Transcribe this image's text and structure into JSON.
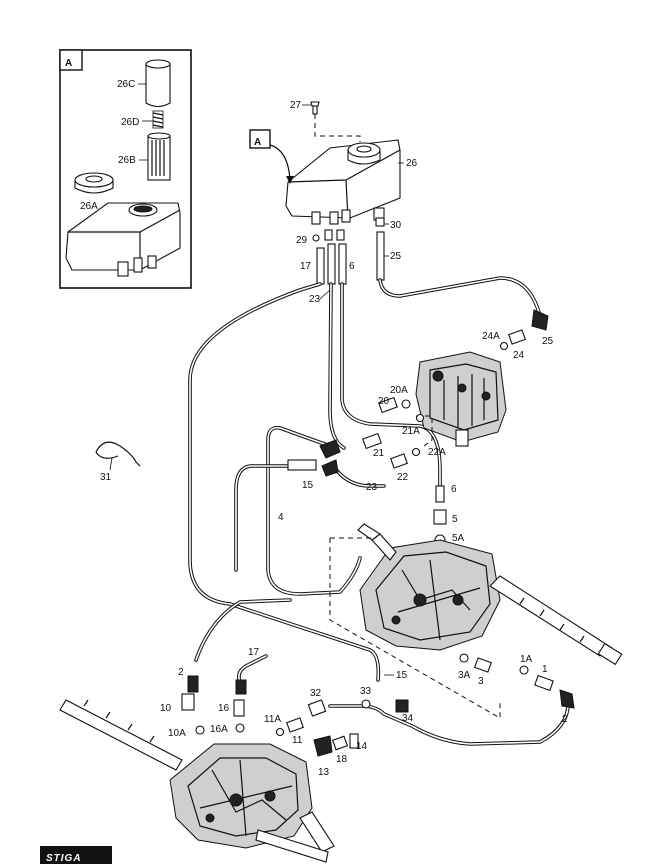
{
  "inset": {
    "label": "A",
    "parts": [
      "26C",
      "26D",
      "26B",
      "26A"
    ]
  },
  "callout": {
    "label": "A"
  },
  "logo": "STIGA",
  "part_labels": {
    "p27": "27",
    "p26": "26",
    "p30": "30",
    "p29": "29",
    "p25": "25",
    "p17a": "17",
    "p6a": "6",
    "p23a": "23",
    "p24A": "24A",
    "p24": "24",
    "p25b": "25",
    "p20A": "20A",
    "p20": "20",
    "p21A": "21A",
    "p21": "21",
    "p22A": "22A",
    "p22": "22",
    "p31": "31",
    "p15a": "15",
    "p23b": "23",
    "p6b": "6",
    "p4": "4",
    "p5": "5",
    "p5A": "5A",
    "p2a": "2",
    "p17b": "17",
    "p15b": "15",
    "p1A": "1A",
    "p1": "1",
    "p3A": "3A",
    "p3": "3",
    "p10": "10",
    "p16": "16",
    "p32": "32",
    "p33": "33",
    "p34": "34",
    "p2b": "2",
    "p16A": "16A",
    "p11A": "11A",
    "p10A": "10A",
    "p11": "11",
    "p14": "14",
    "p18": "18",
    "p13": "13"
  }
}
